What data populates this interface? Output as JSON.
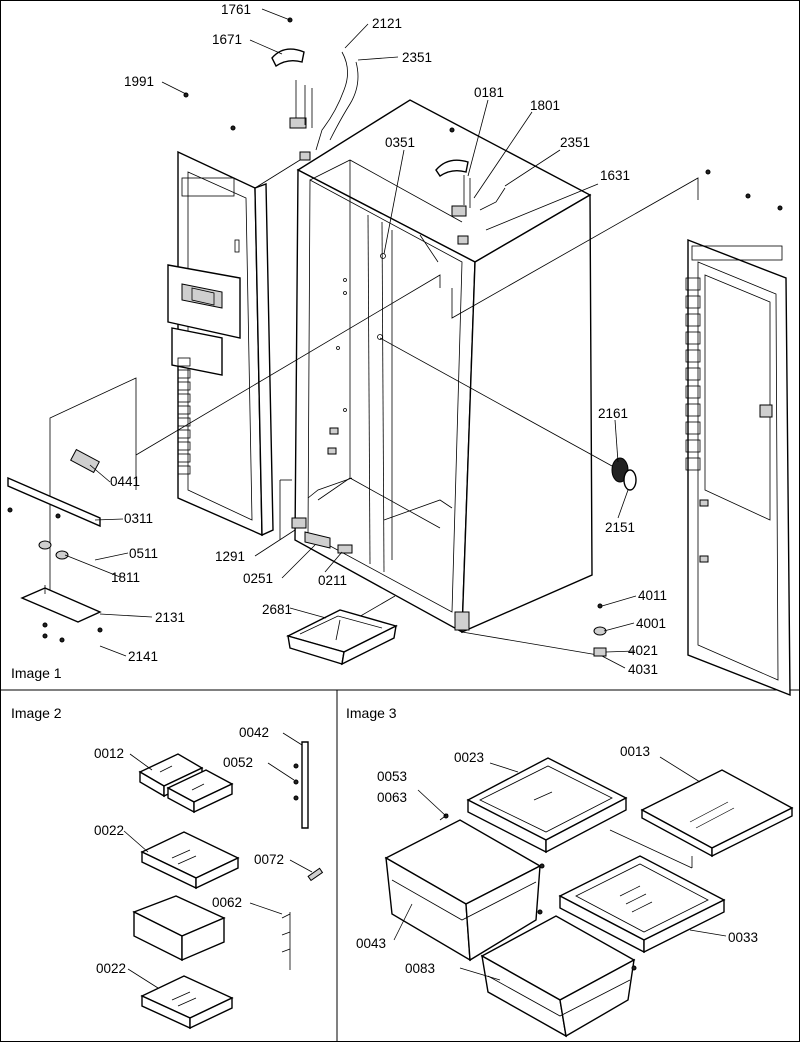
{
  "panels": {
    "image1": "Image 1",
    "image2": "Image 2",
    "image3": "Image 3"
  },
  "callouts": {
    "p1761": "1761",
    "p1671": "1671",
    "p2121": "2121",
    "p2351a": "2351",
    "p1991": "1991",
    "p0181": "0181",
    "p1801": "1801",
    "p0351": "0351",
    "p2351b": "2351",
    "p1631": "1631",
    "p2161": "2161",
    "p2151": "2151",
    "p0441": "0441",
    "p0311": "0311",
    "p0511": "0511",
    "p1811": "1811",
    "p1291": "1291",
    "p0251": "0251",
    "p0211": "0211",
    "p2681": "2681",
    "p2131": "2131",
    "p2141": "2141",
    "p4011": "4011",
    "p4001": "4001",
    "p4021": "4021",
    "p4031": "4031",
    "p0012": "0012",
    "p0042": "0042",
    "p0052": "0052",
    "p0022a": "0022",
    "p0072": "0072",
    "p0062": "0062",
    "p0022b": "0022",
    "p0023": "0023",
    "p0013": "0013",
    "p0053": "0053",
    "p0063": "0063",
    "p0043": "0043",
    "p0033": "0033",
    "p0083": "0083"
  }
}
